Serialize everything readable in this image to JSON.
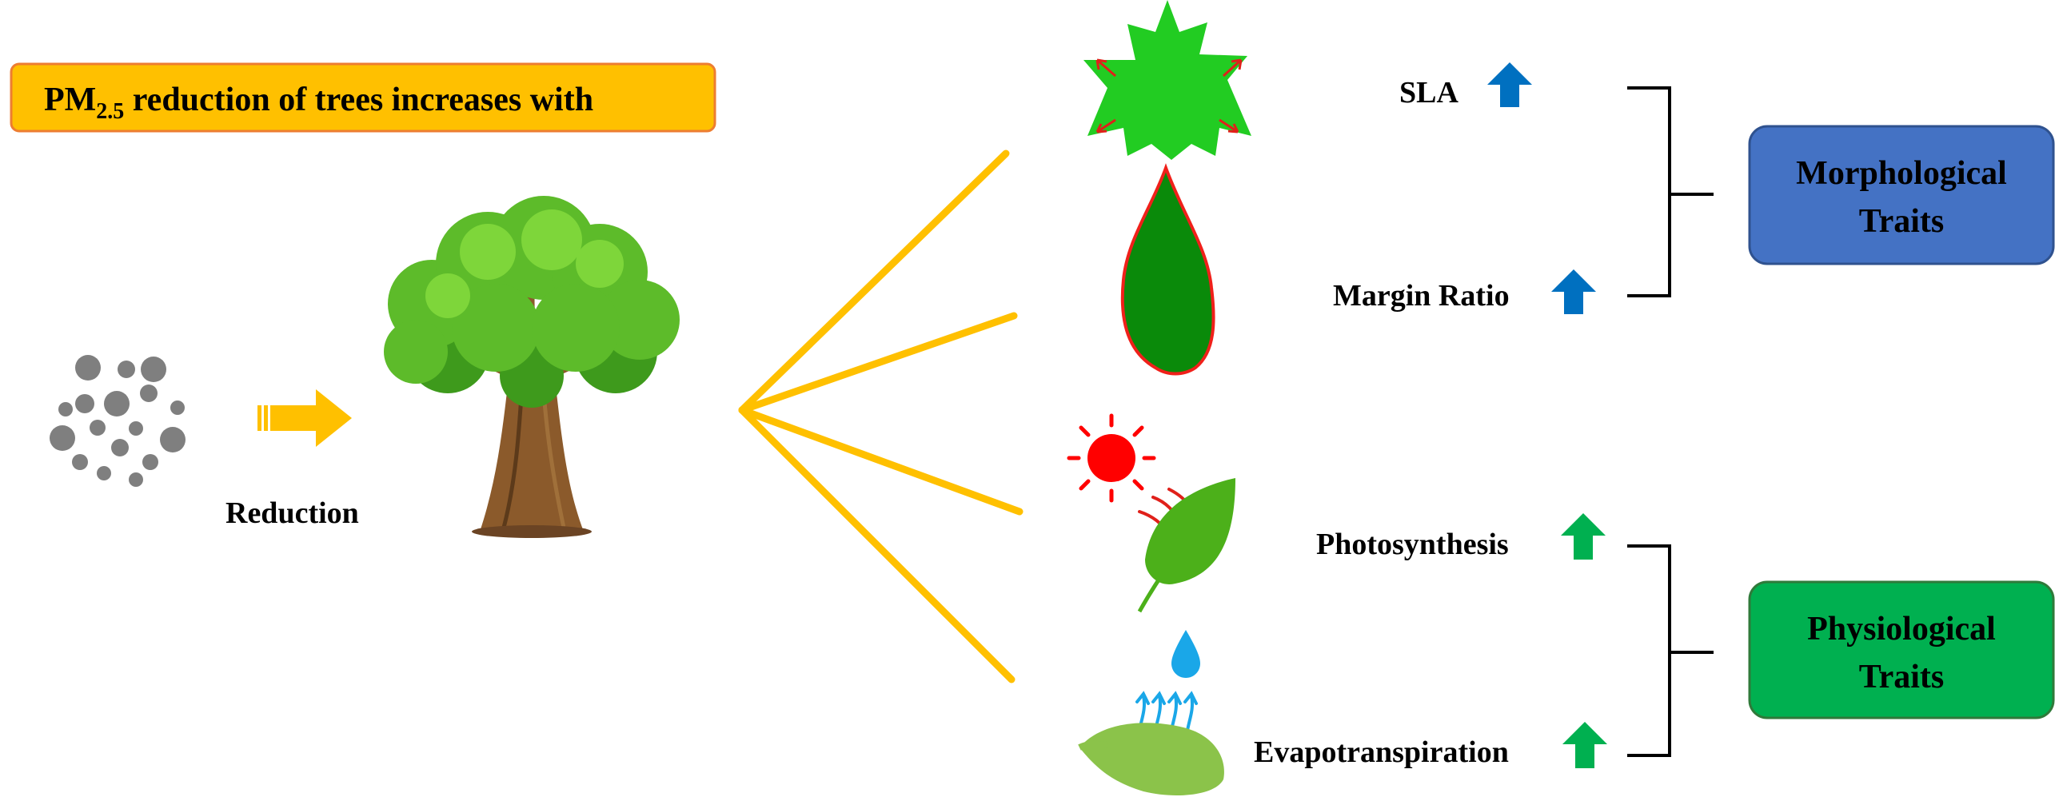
{
  "title_box": {
    "prefix": "PM",
    "subscript": "2.5",
    "suffix": " reduction  of trees increases with",
    "fill_color": "#FFC000",
    "border_color": "#ED7D31"
  },
  "reduction_label": "Reduction",
  "traits": {
    "sla": {
      "label": "SLA",
      "arrow_color": "#0070C0",
      "icon": "maple-leaf-icon"
    },
    "margin_ratio": {
      "label": "Margin Ratio",
      "arrow_color": "#0070C0",
      "icon": "serrated-leaf-icon"
    },
    "photosynthesis": {
      "label": "Photosynthesis",
      "arrow_color": "#00B050",
      "icon": "sun-leaf-icon"
    },
    "evapotranspiration": {
      "label": "Evapotranspiration",
      "arrow_color": "#00B050",
      "icon": "water-leaf-icon"
    }
  },
  "groups": {
    "morphological": {
      "line1": "Morphological",
      "line2": "Traits",
      "fill_color": "#4472C4"
    },
    "physiological": {
      "line1": "Physiological",
      "line2": "Traits",
      "fill_color": "#00B050"
    }
  },
  "colors": {
    "connector": "#FFC000",
    "particles": "#7F7F7F",
    "tree_foliage": "#4CAF1E",
    "tree_trunk": "#8B5A2B"
  }
}
